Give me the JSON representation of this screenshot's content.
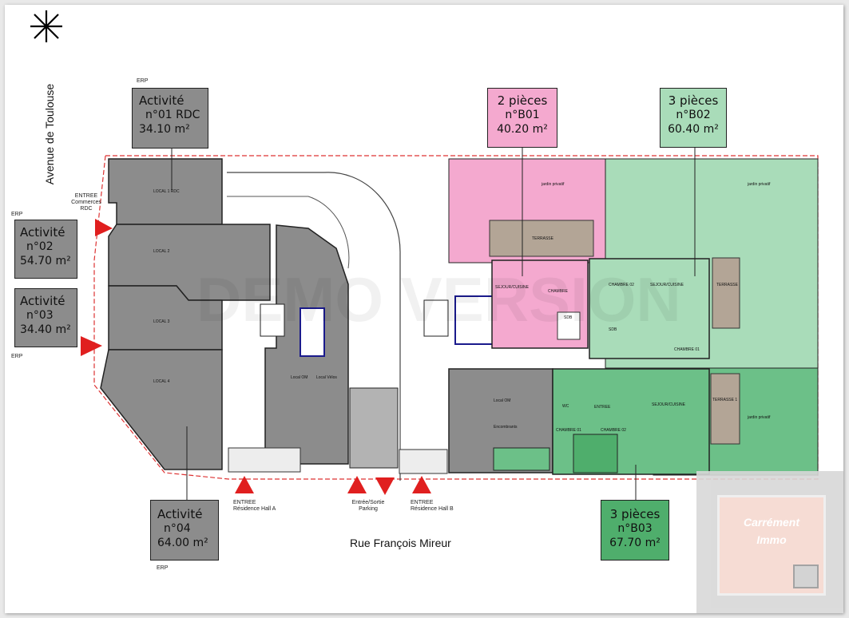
{
  "compass": {
    "icon": "compass-star-icon"
  },
  "streets": {
    "avenue": "Avenue de Toulouse",
    "rue": "Rue François Mireur"
  },
  "units": [
    {
      "id": "a01",
      "line1": "Activité",
      "line2": "n°01 RDC",
      "line3": "34.10 m²",
      "color": "#8c8c8c"
    },
    {
      "id": "a02",
      "line1": "Activité",
      "line2": "n°02",
      "line3": "54.70 m²",
      "color": "#8c8c8c"
    },
    {
      "id": "a03",
      "line1": "Activité",
      "line2": "n°03",
      "line3": "34.40 m²",
      "color": "#8c8c8c"
    },
    {
      "id": "a04",
      "line1": "Activité",
      "line2": "n°04",
      "line3": "64.00 m²",
      "color": "#8c8c8c"
    },
    {
      "id": "b01",
      "line1": "2 pièces",
      "line2": "n°B01",
      "line3": "40.20 m²",
      "color": "#f4a9cf"
    },
    {
      "id": "b02",
      "line1": "3 pièces",
      "line2": "n°B02",
      "line3": "60.40 m²",
      "color": "#7fc79a"
    },
    {
      "id": "b03",
      "line1": "3 pièces",
      "line2": "n°B03",
      "line3": "67.70 m²",
      "color": "#4fae6c"
    }
  ],
  "erp_labels": [
    "ERP",
    "ERP",
    "ERP",
    "ERP"
  ],
  "entrances": {
    "commerces": "ENTREE\nCommerces\nRDC",
    "hall_a": "ENTREE\nRésidence Hall A",
    "parking": "Entrée/Sortie\nParking",
    "hall_b": "ENTREE\nRésidence Hall B"
  },
  "plan_labels": {
    "local1": "LOCAL 1 RDC",
    "local2": "LOCAL 2",
    "local3": "LOCAL 3",
    "local4": "LOCAL 4",
    "local_om_a": "Local OM",
    "local_velos": "Local Vélos",
    "local_om_b": "Local OM",
    "encombrants": "Encombrants",
    "jardin1": "jardin privatif",
    "jardin2": "jardin privatif",
    "jardin3": "jardin privatif",
    "terrasse1": "TERRASSE",
    "terrasse2": "TERRASSE",
    "terrasse3": "TERRASSE 1",
    "sejour_b01": "SEJOUR/CUISINE",
    "chambre_b01": "CHAMBRE",
    "sdb_b01": "SDB",
    "sejour_b02": "SEJOUR/CUISINE",
    "chambre_b02a": "CHAMBRE 02",
    "chambre_b02b": "CHAMBRE 01",
    "sdb_b02": "SDB",
    "sejour_b03": "SEJOUR/CUISINE",
    "chambre_b03a": "CHAMBRE 01",
    "chambre_b03b": "CHAMBRE 02",
    "entree_b03": "ENTREE",
    "wc_b03": "WC"
  },
  "watermark": {
    "line1": "Carrément",
    "line2": "Immo"
  },
  "colors": {
    "grey": "#8c8c8c",
    "pink": "#f4a9cf",
    "light_green": "#a9dcb9",
    "green": "#6cc088",
    "terrace": "#b3a596",
    "red": "#e01f1f"
  }
}
